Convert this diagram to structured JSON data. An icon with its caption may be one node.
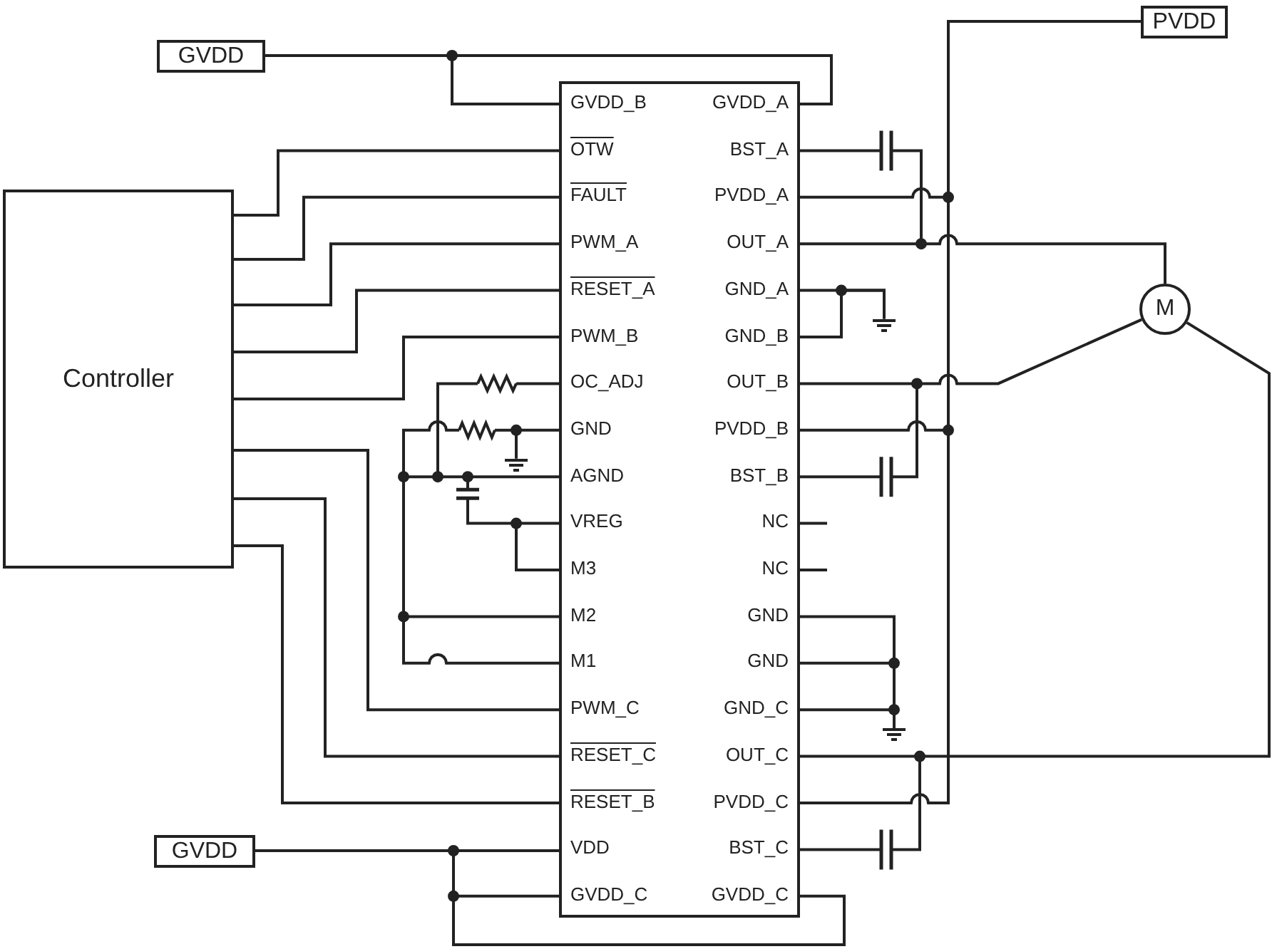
{
  "diagram": {
    "nodes": [
      {
        "text": [
          "GVDD"
        ]
      },
      {
        "text": [
          "PVDD"
        ]
      },
      {
        "text": [
          "Controller"
        ]
      },
      {
        "text": [
          "GVDD_B",
          "GVDD_A",
          "OTW",
          "BST_A",
          "FAULT",
          "PVDD_A",
          "PWM_A",
          "OUT_A",
          "RESET_A",
          "GND_A",
          "PWM_B",
          "GND_B",
          "OC_ADJ",
          "OUT_B",
          "GND",
          "PVDD_B",
          "AGND",
          "BST_B",
          "VREG",
          "NC",
          "M3",
          "NC",
          "M2",
          "GND",
          "M1",
          "GND",
          "PWM_C",
          "GND_C",
          "RESET_C",
          "OUT_C",
          "RESET_B",
          "PVDD_C",
          "VDD",
          "BST_C",
          "GVDD_C",
          "GVDD_C"
        ]
      },
      {
        "text": [
          "M"
        ]
      },
      {
        "text": [
          "GVDD"
        ]
      },
      {
        "text": [],
        "shape": "ground"
      },
      {
        "text": [],
        "shape": "ground"
      },
      {
        "text": [],
        "shape": "ground"
      }
    ],
    "edges": [
      {
        "from": 0,
        "to": 3,
        "arrow": "none"
      },
      {
        "from": 0,
        "to": 3,
        "arrow": "none"
      },
      {
        "from": 1,
        "to": 3,
        "arrow": "none"
      },
      {
        "from": 1,
        "to": 3,
        "arrow": "none"
      },
      {
        "from": 1,
        "to": 3,
        "arrow": "none"
      },
      {
        "from": 4,
        "to": 3,
        "arrow": "none"
      },
      {
        "from": 4,
        "to": 3,
        "arrow": "none"
      },
      {
        "from": 4,
        "to": 3,
        "arrow": "none"
      },
      {
        "from": 2,
        "to": 3,
        "arrow": "none"
      },
      {
        "from": 2,
        "to": 3,
        "arrow": "none"
      },
      {
        "from": 2,
        "to": 3,
        "arrow": "none"
      },
      {
        "from": 2,
        "to": 3,
        "arrow": "none"
      },
      {
        "from": 2,
        "to": 3,
        "arrow": "none"
      },
      {
        "from": 2,
        "to": 3,
        "arrow": "none"
      },
      {
        "from": 2,
        "to": 3,
        "arrow": "none"
      },
      {
        "from": 2,
        "to": 3,
        "arrow": "none"
      },
      {
        "from": 5,
        "to": 3,
        "arrow": "none"
      },
      {
        "from": 5,
        "to": 3,
        "arrow": "none"
      },
      {
        "from": 5,
        "to": 3,
        "arrow": "none"
      },
      {
        "from": 3,
        "to": 6,
        "arrow": "none"
      },
      {
        "from": 3,
        "to": 6,
        "arrow": "none"
      },
      {
        "from": 3,
        "to": 7,
        "arrow": "none"
      },
      {
        "from": 3,
        "to": 8,
        "arrow": "none"
      },
      {
        "from": 3,
        "to": 8,
        "arrow": "none"
      },
      {
        "from": 3,
        "to": 8,
        "arrow": "none"
      }
    ]
  }
}
